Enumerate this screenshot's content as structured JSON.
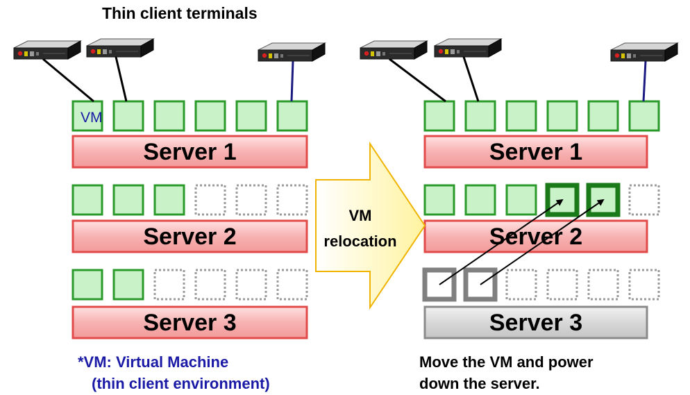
{
  "title": "Thin client terminals",
  "vm_label": "VM",
  "arrow_label": "VM relocation",
  "footnote": [
    "*VM: Virtual Machine",
    "(thin client environment)"
  ],
  "caption": [
    "Move the VM and power",
    "down the server."
  ],
  "colors": {
    "server_fill": "#f7b2b2",
    "server_border": "#e24a4a",
    "server_off_fill": "#cfcfcf",
    "server_off_border": "#8a8a8a",
    "vm_fill": "#c9f2c9",
    "vm_border": "#2a9a2a",
    "vm_moved_border": "#1a7a1a",
    "vm_empty_border": "#9a9a9a",
    "arrow_fill": "#fff7b8",
    "arrow_border": "#f0b400",
    "cable": "#000000",
    "cable_blue": "#1a1a80"
  },
  "before": {
    "servers": [
      {
        "label": "Server 1",
        "slots": [
          "vm",
          "vm",
          "vm",
          "vm",
          "vm",
          "vm"
        ]
      },
      {
        "label": "Server 2",
        "slots": [
          "vm",
          "vm",
          "vm",
          "empty",
          "empty",
          "empty"
        ]
      },
      {
        "label": "Server 3",
        "slots": [
          "vm",
          "vm",
          "empty",
          "empty",
          "empty",
          "empty"
        ]
      }
    ]
  },
  "after": {
    "servers": [
      {
        "label": "Server 1",
        "slots": [
          "vm",
          "vm",
          "vm",
          "vm",
          "vm",
          "vm"
        ]
      },
      {
        "label": "Server 2",
        "slots": [
          "vm",
          "vm",
          "vm",
          "moved",
          "moved",
          "empty"
        ]
      },
      {
        "label": "Server 3",
        "slots": [
          "vacated",
          "vacated",
          "empty",
          "empty",
          "empty",
          "empty"
        ],
        "powered_off": true
      }
    ]
  }
}
